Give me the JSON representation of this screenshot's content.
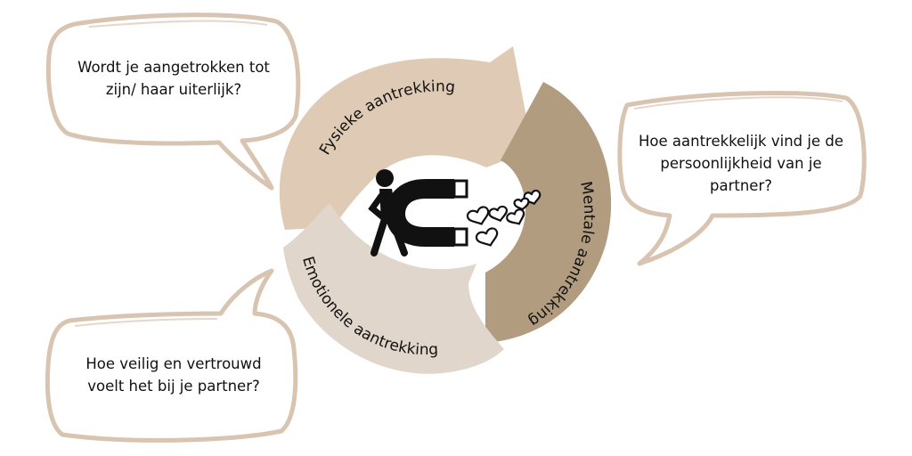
{
  "segments": {
    "fysiek": "Fysieke aantrekking",
    "mentaal": "Mentale aantrekking",
    "emotioneel": "Emotionele aantrekking"
  },
  "bubbles": {
    "top_left": {
      "line1": "Wordt je aangetrokken tot",
      "line2": "zijn/ haar uiterlijk?"
    },
    "right": {
      "line1": "Hoe aantrekkelijk vind je de",
      "line2": "persoonlijkheid van je",
      "line3": "partner?"
    },
    "bottom_left": {
      "line1": "Hoe veilig en vertrouwd",
      "line2": "voelt het bij je partner?"
    }
  },
  "colors": {
    "fysiek": "#dfcbb5",
    "mentaal": "#b29c80",
    "emotioneel": "#e1d6cb",
    "bubble_outline": "#d8c4b0",
    "icon": "#111111"
  },
  "icons": [
    "person-icon",
    "magnet-icon",
    "heart-icon"
  ]
}
